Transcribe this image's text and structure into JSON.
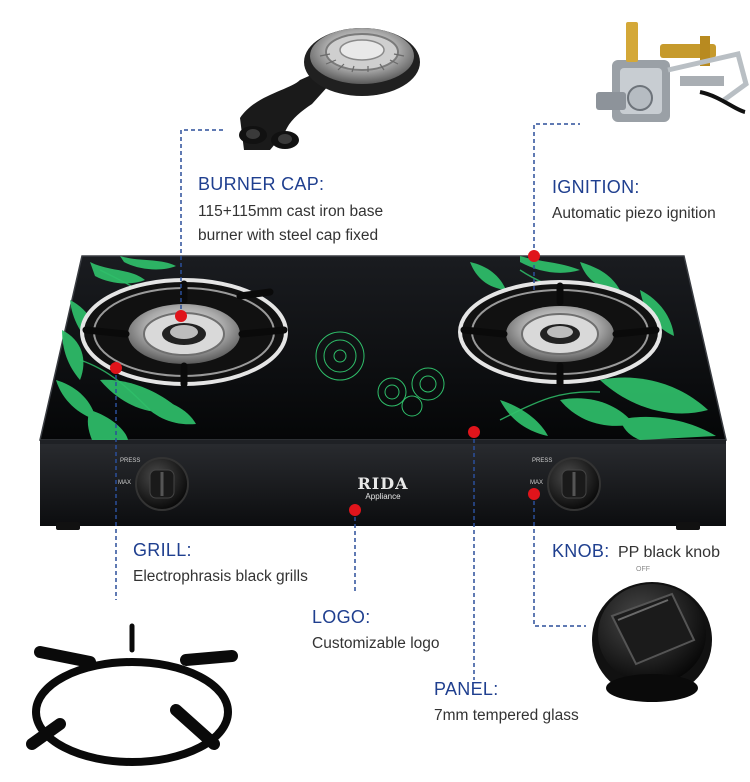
{
  "colors": {
    "label_title": "#1f3f8f",
    "label_text": "#333333",
    "dashed_line": "#2b4f9a",
    "marker": "#e0141b",
    "glass": "#0b0c0e",
    "flower": "#2fbf6a",
    "brand": "#e8e8e8"
  },
  "labels": {
    "burner_cap": {
      "title": "BURNER CAP:",
      "lines": [
        "115+115mm cast iron base",
        "burner with steel cap fixed"
      ]
    },
    "ignition": {
      "title": "IGNITION:",
      "lines": [
        "Automatic piezo ignition"
      ]
    },
    "grill": {
      "title": "GRILL:",
      "lines": [
        "Electrophrasis black grills"
      ]
    },
    "knob": {
      "title": "KNOB:",
      "text": "PP black knob"
    },
    "logo": {
      "title": "LOGO:",
      "lines": [
        "Customizable logo"
      ]
    },
    "panel": {
      "title": "PANEL:",
      "lines": [
        "7mm tempered glass"
      ]
    }
  },
  "product": {
    "brand": "RIDA",
    "brand_sub": "Appliance",
    "knob_marks": [
      "PRESS",
      "MAX"
    ],
    "knob_off": "OFF"
  },
  "icons": [
    "burner-cap-photo",
    "ignition-valve-photo",
    "grill-photo",
    "knob-photo",
    "gas-stove-photo"
  ]
}
